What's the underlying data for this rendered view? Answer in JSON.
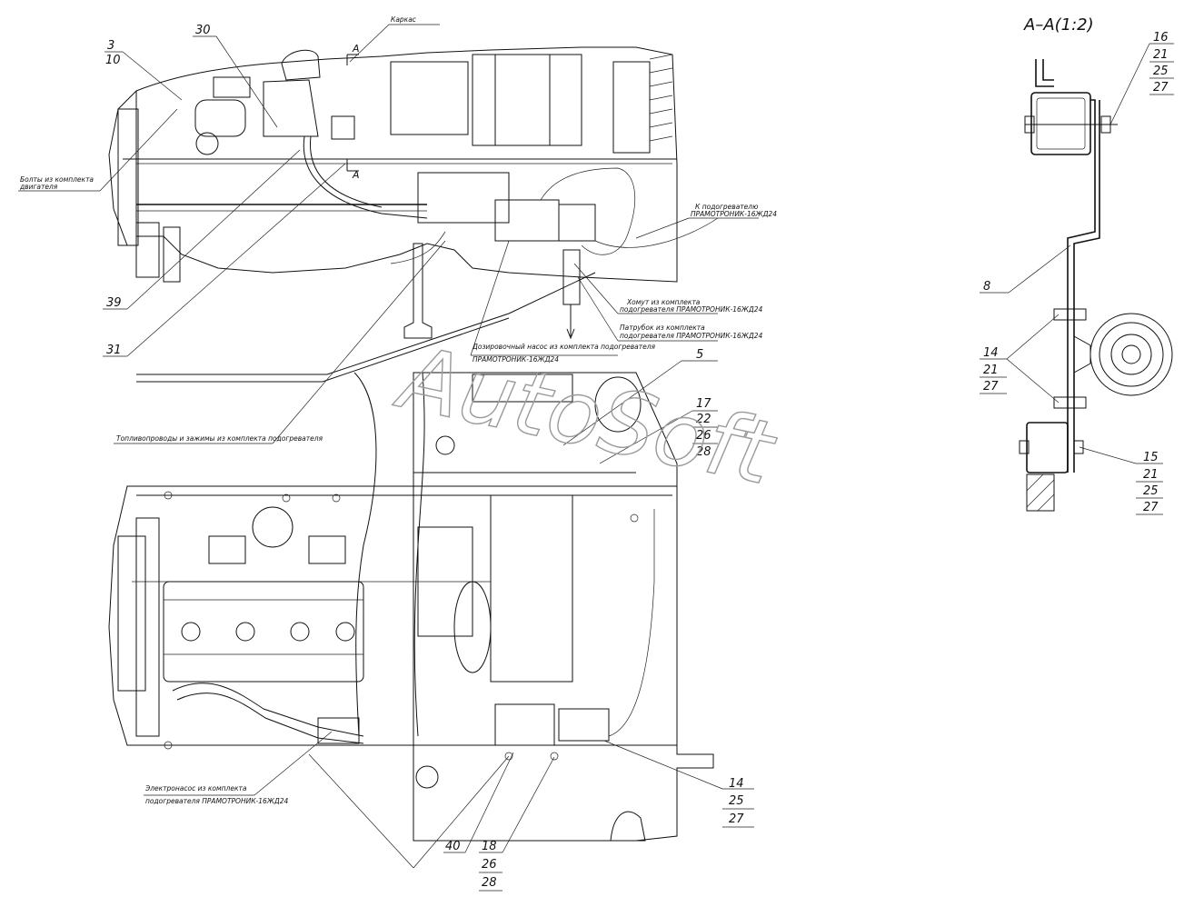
{
  "section_title": "А–А(1:2)",
  "section_marks": [
    "А",
    "А"
  ],
  "watermark": "AutoSoft",
  "notes": {
    "karkas": "Каркас",
    "bolts": [
      "Болты из комплекта",
      "двигателя"
    ],
    "to_heater": [
      "К подогревателю",
      "ПРАМОТРОНИК-16ЖД24"
    ],
    "clamp": [
      "Хомут из комплекта",
      "подогревателя ПРАМОТРОНИК-16ЖД24"
    ],
    "pipe": [
      "Патрубок из комплекта",
      "подогревателя ПРАМОТРОНИК-16ЖД24"
    ],
    "dosing_pump": [
      "Дозировочный насос из комплекта подогревателя",
      "ПРАМОТРОНИК-16ЖД24"
    ],
    "fuel_lines": "Топливопроводы и зажимы из комплекта подогревателя",
    "electric_pump": [
      "Электронасос из комплекта",
      "подогревателя ПРАМОТРОНИК-16ЖД24"
    ]
  },
  "callouts": {
    "c3_10": [
      "3",
      "10"
    ],
    "c30": "30",
    "c39": "39",
    "c31": "31",
    "c5": "5",
    "c17": [
      "17",
      "22",
      "26",
      "28"
    ],
    "c14b": [
      "14",
      "25",
      "27"
    ],
    "c40": "40",
    "c18": [
      "18",
      "26",
      "28"
    ],
    "c16": [
      "16",
      "21",
      "25",
      "27"
    ],
    "c8": "8",
    "c14s": [
      "14",
      "21",
      "27"
    ],
    "c15": [
      "15",
      "21",
      "25",
      "27"
    ]
  }
}
